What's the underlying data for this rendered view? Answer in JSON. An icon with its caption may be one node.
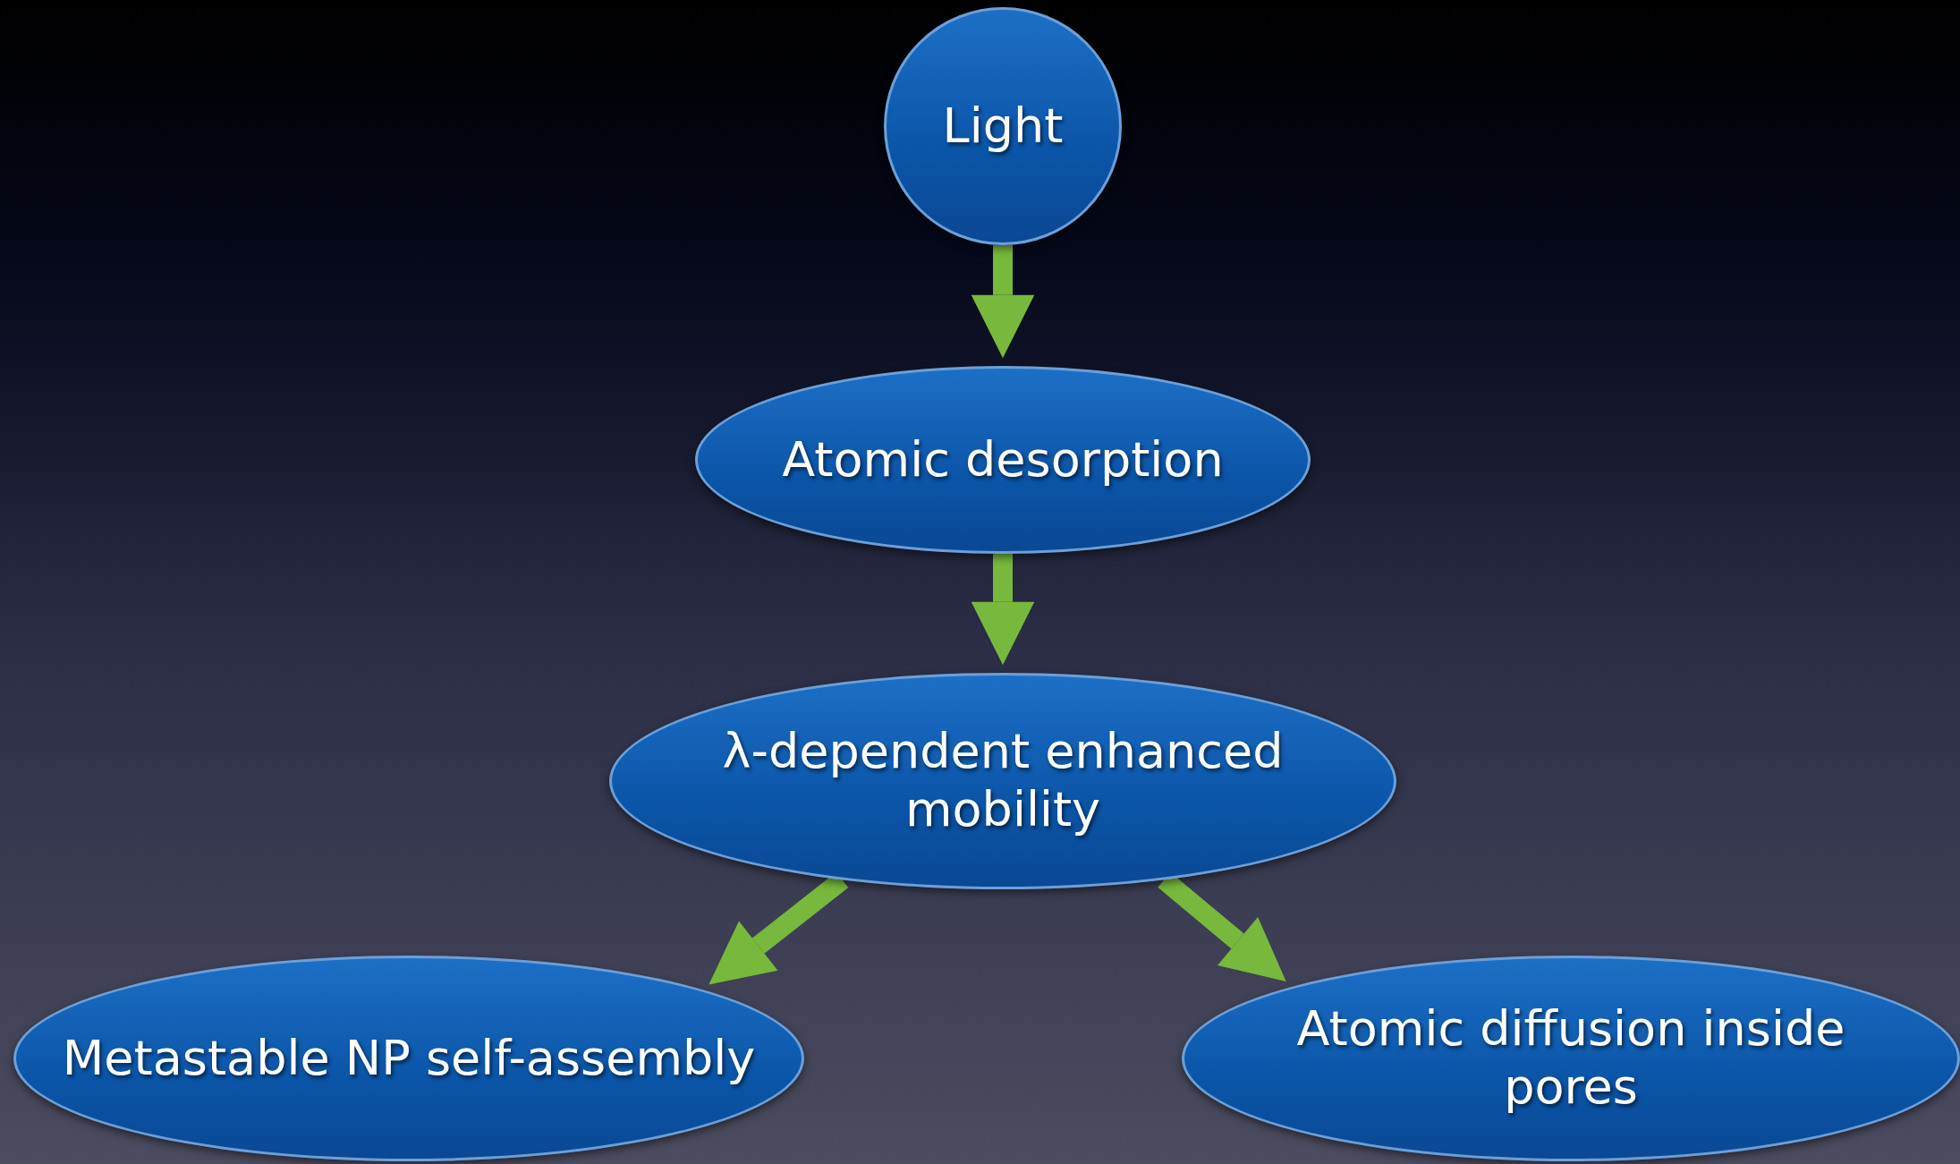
{
  "diagram": {
    "nodes": [
      {
        "text": [
          "Light"
        ]
      },
      {
        "text": [
          "Atomic desorption"
        ]
      },
      {
        "text": [
          "λ-dependent enhanced mobility"
        ]
      },
      {
        "text": [
          "Metastable NP self-assembly"
        ]
      },
      {
        "text": [
          "Atomic diffusion inside pores"
        ]
      }
    ],
    "edges": [
      {
        "from": 0,
        "to": 1,
        "arrow": "to"
      },
      {
        "from": 1,
        "to": 2,
        "arrow": "to"
      },
      {
        "from": 2,
        "to": 3,
        "arrow": "to"
      },
      {
        "from": 2,
        "to": 4,
        "arrow": "to"
      }
    ]
  }
}
